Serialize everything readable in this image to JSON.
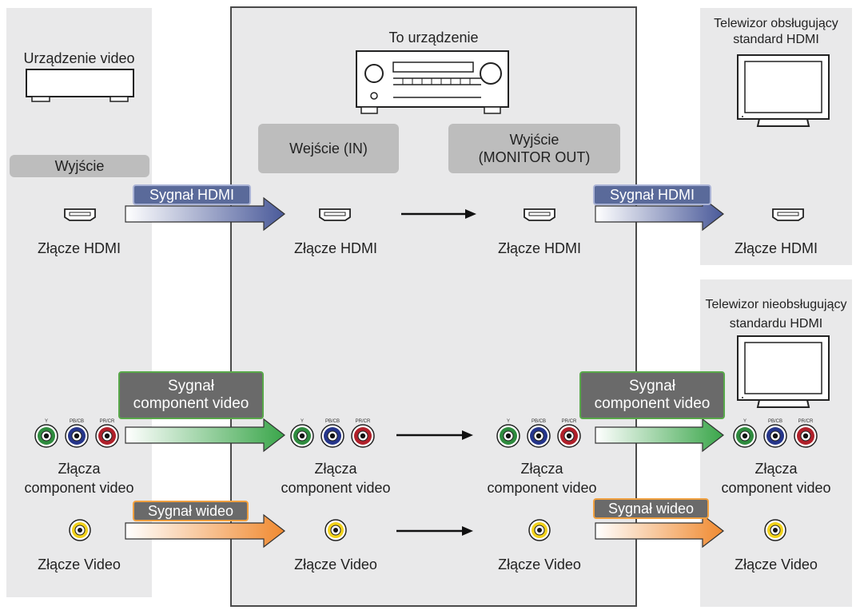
{
  "source": {
    "title": "Urządzenie video",
    "output_tag": "Wyjście",
    "hdmi_label": "Złącze HDMI",
    "component_label_1": "Złącza",
    "component_label_2": "component video",
    "video_label": "Złącze Video"
  },
  "center": {
    "title": "To urządzenie",
    "input_tag": "Wejście (IN)",
    "output_tag_1": "Wyjście",
    "output_tag_2": "(MONITOR OUT)",
    "hdmi_in_label": "Złącze HDMI",
    "hdmi_out_label": "Złącze HDMI",
    "component_in_1": "Złącza",
    "component_in_2": "component video",
    "component_out_1": "Złącza",
    "component_out_2": "component video",
    "video_in_label": "Złącze Video",
    "video_out_label": "Złącze Video"
  },
  "tv_hdmi": {
    "title_1": "Telewizor obsługujący",
    "title_2": "standard HDMI",
    "hdmi_label": "Złącze HDMI"
  },
  "tv_nonhdmi": {
    "title_1": "Telewizor nieobsługujący",
    "title_2": "standardu HDMI",
    "component_label_1": "Złącza",
    "component_label_2": "component video",
    "video_label": "Złącze Video"
  },
  "signals": {
    "hdmi": "Sygnał HDMI",
    "component_1": "Sygnał",
    "component_2": "component video",
    "video": "Sygnał wideo"
  },
  "component_jacks": [
    "Y",
    "PB/CB",
    "PR/CR"
  ],
  "colors": {
    "hdmi_arrow": "#4a5a9a",
    "component_arrow": "#3aa64a",
    "video_arrow": "#f08a30",
    "jack_green": "#2e8b3e",
    "jack_blue": "#25358a",
    "jack_red": "#b0202a",
    "jack_yellow": "#f2d21a"
  }
}
